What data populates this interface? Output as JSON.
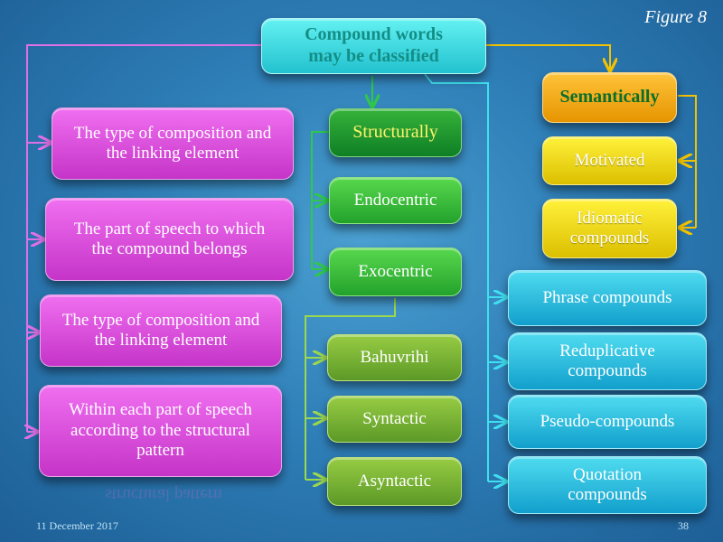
{
  "figure_label": "Figure  8",
  "root": "Compound words may be classified",
  "left_column": [
    "The type of composition and the linking element",
    "The part of speech to which the compound belongs",
    "The type of composition and the linking element",
    "Within each part of speech according to the structural pattern"
  ],
  "structural": {
    "header": "Structurally",
    "items": [
      "Endocentric",
      "Exocentric"
    ],
    "exocentric_subtypes": [
      "Bahuvrihi",
      "Syntactic",
      "Asyntactic"
    ]
  },
  "semantic": {
    "header": "Semantically",
    "items": [
      "Motivated",
      "Idiomatic compounds"
    ]
  },
  "other_types": [
    "Phrase compounds",
    "Reduplicative compounds",
    "Pseudo-compounds",
    "Quotation compounds"
  ],
  "footer": {
    "date": "11 December 2017",
    "page": "38"
  },
  "colors": {
    "pink": "#d84fd8",
    "green": "#2fb13a",
    "lime": "#7db53a",
    "yellow": "#f2dd10",
    "orange": "#f5a800",
    "cyan": "#1fb8de",
    "root": "#3fd6e0"
  }
}
